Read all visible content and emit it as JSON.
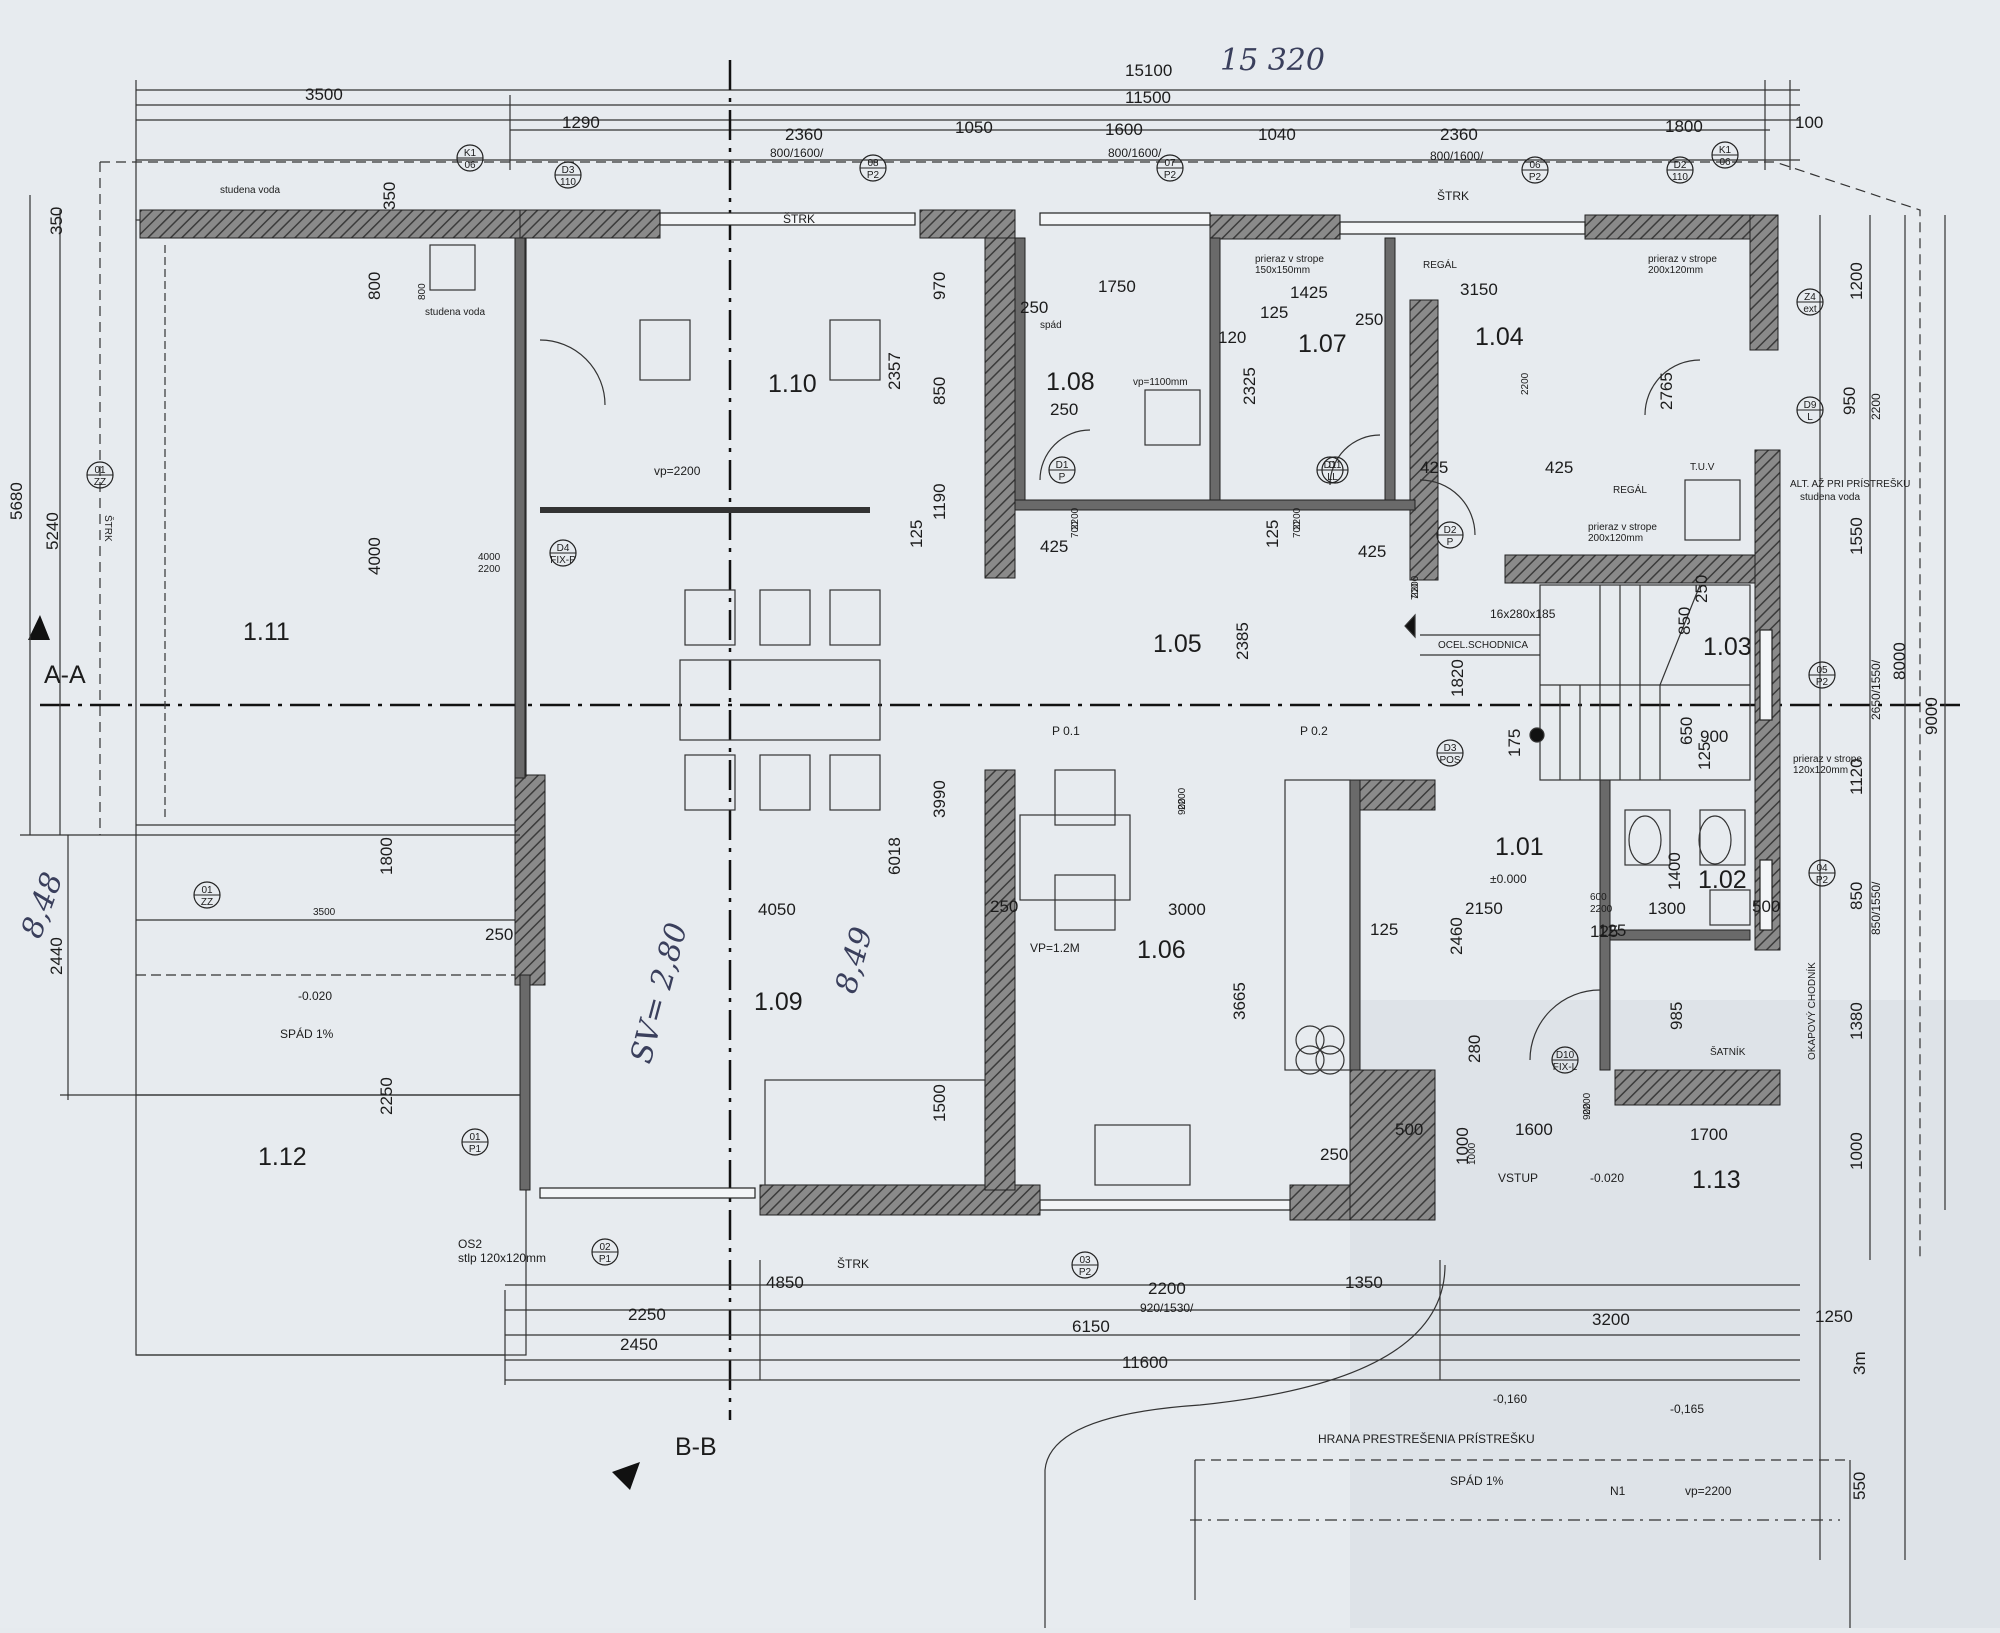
{
  "handwritten": {
    "overall_total": "15 320",
    "diag_left": "8,48",
    "sv_note": "SV= 2,80",
    "room_note": "8,49"
  },
  "dimensions_top": {
    "overall": "15100",
    "inner_total": "11500",
    "seg_left": "3500",
    "segments_row": [
      "1290",
      "2360",
      "1050",
      "1600",
      "1040",
      "2360",
      "1800",
      "100"
    ],
    "window_sizes": [
      "800/1600/",
      "800/1600/",
      "800/1600/"
    ]
  },
  "dimensions_bottom": {
    "row1": [
      "4850",
      "2200",
      "1350"
    ],
    "window_size": "920/1530/",
    "row2": [
      "2250",
      "6150",
      "3200",
      "1250"
    ],
    "row3": [
      "2450",
      "11600"
    ]
  },
  "dimensions_left": [
    "5680",
    "5240",
    "350",
    "800",
    "4000",
    "1800",
    "2440",
    "2250"
  ],
  "dimensions_right": [
    "9000",
    "8000",
    "1200",
    "950",
    "1550",
    "2650/1550/",
    "1120",
    "850/1550/",
    "850",
    "1380",
    "1000",
    "3m",
    "550",
    "2200"
  ],
  "rooms": {
    "r101": "1.01",
    "r102": "1.02",
    "r103": "1.03",
    "r104": "1.04",
    "r105": "1.05",
    "r106": "1.06",
    "r107": "1.07",
    "r108": "1.08",
    "r109": "1.09",
    "r110": "1.10",
    "r111": "1.11",
    "r112": "1.12",
    "r113": "1.13"
  },
  "labels": {
    "strk": "ŠTRK",
    "studena_voda": "studena voda",
    "vp2200": "vp=2200",
    "vp1100": "vp=1100mm",
    "vp12": "VP=1.2M",
    "spad": "SPÁD 1%",
    "spad_bold": "SPÁD 1%",
    "level_neg020": "-0.020",
    "level_zero": "±0.000",
    "level_neg160": "-0,160",
    "level_neg165": "-0,165",
    "vstup": "VSTUP",
    "hrana": "HRANA PRESTREŠENIA PRÍSTREŠKU",
    "okapovy": "OKAPOVÝ CHODNÍK",
    "stairs": "16x280x185",
    "ocel": "OCEL.SCHODNICA",
    "alt_az": "ALT. AŽ PRI PRÍSTREŠKU",
    "studena_voda2": "studena voda",
    "tuv": "T.U.V",
    "regal": "REGÁL",
    "satnik": "ŠATNÍK",
    "spad_label": "spád",
    "prieraz1": "prieraz v strope",
    "prieraz_size1": "150x150mm",
    "prieraz2": "prieraz v strope",
    "prieraz_size2": "200x120mm",
    "prieraz3": "prieraz v strope",
    "prieraz_size3": "200x120mm",
    "prieraz4": "prieraz v strope",
    "prieraz_size4": "120x120mm",
    "os2": "OS2",
    "stlp": "stlp 120x120mm",
    "section_aa": "A-A",
    "section_bb": "B-B",
    "n1": "N1",
    "vp2200b": "vp=2200",
    "p01": "P 0.1",
    "p02": "P 0.2"
  },
  "tags": [
    {
      "t": "K1",
      "b": "06"
    },
    {
      "t": "D3",
      "b": "110"
    },
    {
      "t": "08",
      "b": "P2"
    },
    {
      "t": "07",
      "b": "P2"
    },
    {
      "t": "06",
      "b": "P2"
    },
    {
      "t": "D2",
      "b": "110"
    },
    {
      "t": "K1",
      "b": "06"
    },
    {
      "t": "Z4",
      "b": "ext"
    },
    {
      "t": "D9",
      "b": "L"
    },
    {
      "t": "05",
      "b": "P2"
    },
    {
      "t": "04",
      "b": "P2"
    },
    {
      "t": "01",
      "b": "P1"
    },
    {
      "t": "02",
      "b": "P1"
    },
    {
      "t": "03",
      "b": "P2"
    },
    {
      "t": "01",
      "b": "ZZ"
    },
    {
      "t": "01",
      "b": "ZZ"
    },
    {
      "t": "D4",
      "b": "FIX-P"
    },
    {
      "t": "D1",
      "b": "L"
    },
    {
      "t": "D1",
      "b": "P"
    },
    {
      "t": "D1",
      "b": "L"
    },
    {
      "t": "D2",
      "b": "P"
    },
    {
      "t": "D3",
      "b": "POS"
    },
    {
      "t": "D10",
      "b": "FIX-L"
    }
  ],
  "interior_dims": [
    "1750",
    "1425",
    "3150",
    "250",
    "250",
    "250",
    "120",
    "125",
    "2325",
    "2765",
    "425",
    "425",
    "425",
    "425",
    "2357",
    "970",
    "850",
    "1190",
    "125",
    "125",
    "2385",
    "1820",
    "850",
    "250",
    "900",
    "175",
    "650",
    "125",
    "3990",
    "6018",
    "1500",
    "4050",
    "3000",
    "250",
    "2150",
    "1300",
    "1400",
    "500",
    "125",
    "125",
    "2460",
    "3665",
    "985",
    "280",
    "500",
    "1600",
    "1700",
    "1000",
    "250",
    "350",
    "250",
    "125",
    "3500",
    "800",
    "2200",
    "700",
    "2200",
    "700",
    "2200",
    "700",
    "2200",
    "600",
    "2200",
    "900",
    "2200",
    "900",
    "2200",
    "1000",
    "4000",
    "2200"
  ]
}
